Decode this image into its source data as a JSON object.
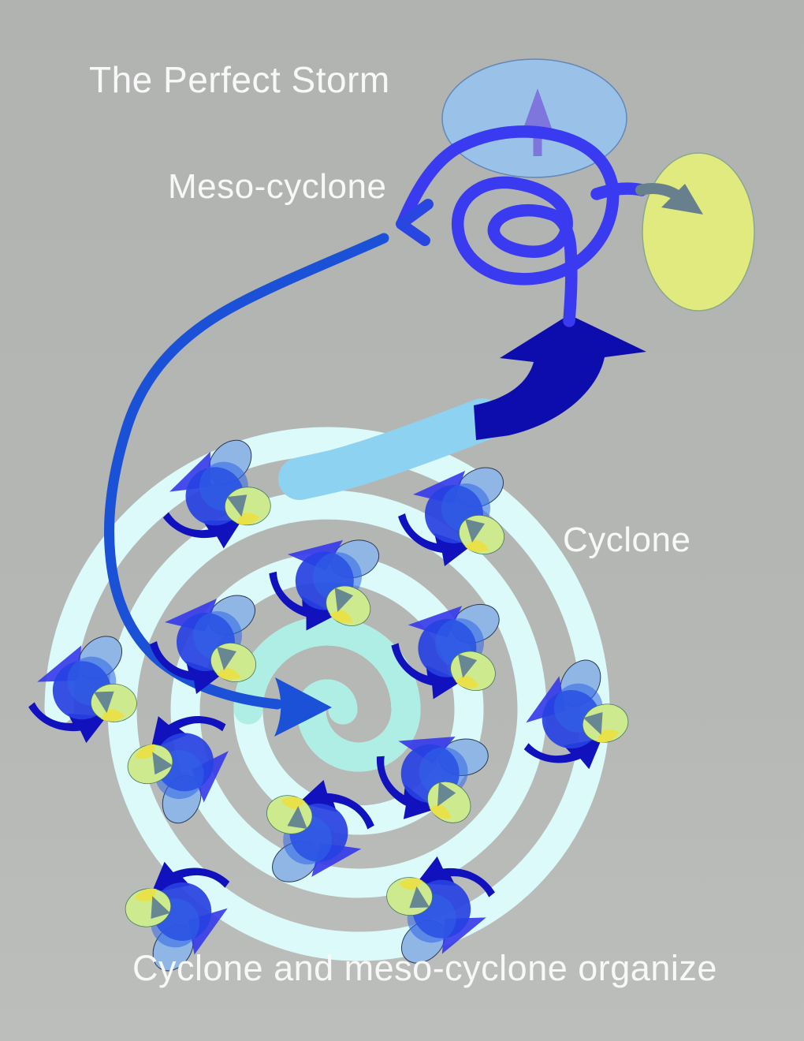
{
  "title": "The Perfect Storm",
  "labels": {
    "meso_cyclone": "Meso-cyclone",
    "cyclone": "Cyclone",
    "caption": "Cyclone and meso-cyclone organize"
  },
  "colors": {
    "background": "#b4b6b4",
    "text": "#f8f8f8",
    "storm_cloud_ellipse": "#9ac2e9",
    "updraft_arrow_purple": "#7a68dc",
    "warm_air_ellipse_yellow": "#e0ea7e",
    "downdraft_arrow_gray": "#68808e",
    "meso_loop_blue": "#3a3af0",
    "main_updraft_arrow_navy": "#0d0dae",
    "moist_inflow_sky": "#8ed2f1",
    "spiral_band": "#dcfafa",
    "spiral_core_aqua": "#aeeee4",
    "inflow_line_blue": "#1a51d6",
    "swirl_blob_blue": "#2741e2",
    "swirl_arrow_navy": "#1111bd",
    "swirl_cloud_light_blue": "#8fb6e4",
    "swirl_cloud_green": "#cdeb8e",
    "swirl_cloud_yellow": "#e9e14a"
  },
  "figure": {
    "parts": [
      {
        "name": "storm-cloud-ellipse"
      },
      {
        "name": "updraft-arrow-icon"
      },
      {
        "name": "warm-dry-air-ellipse"
      },
      {
        "name": "downdraft-arrow-icon"
      },
      {
        "name": "meso-cyclone-loops"
      },
      {
        "name": "meso-cyclone-arrowhead-icon"
      },
      {
        "name": "main-updraft-arrow-icon"
      },
      {
        "name": "moist-inflow-band"
      },
      {
        "name": "cyclone-spiral"
      },
      {
        "name": "inflow-line"
      },
      {
        "name": "inflow-arrowhead-icon"
      },
      {
        "name": "storm-cell-swirl",
        "count": 12
      }
    ]
  }
}
